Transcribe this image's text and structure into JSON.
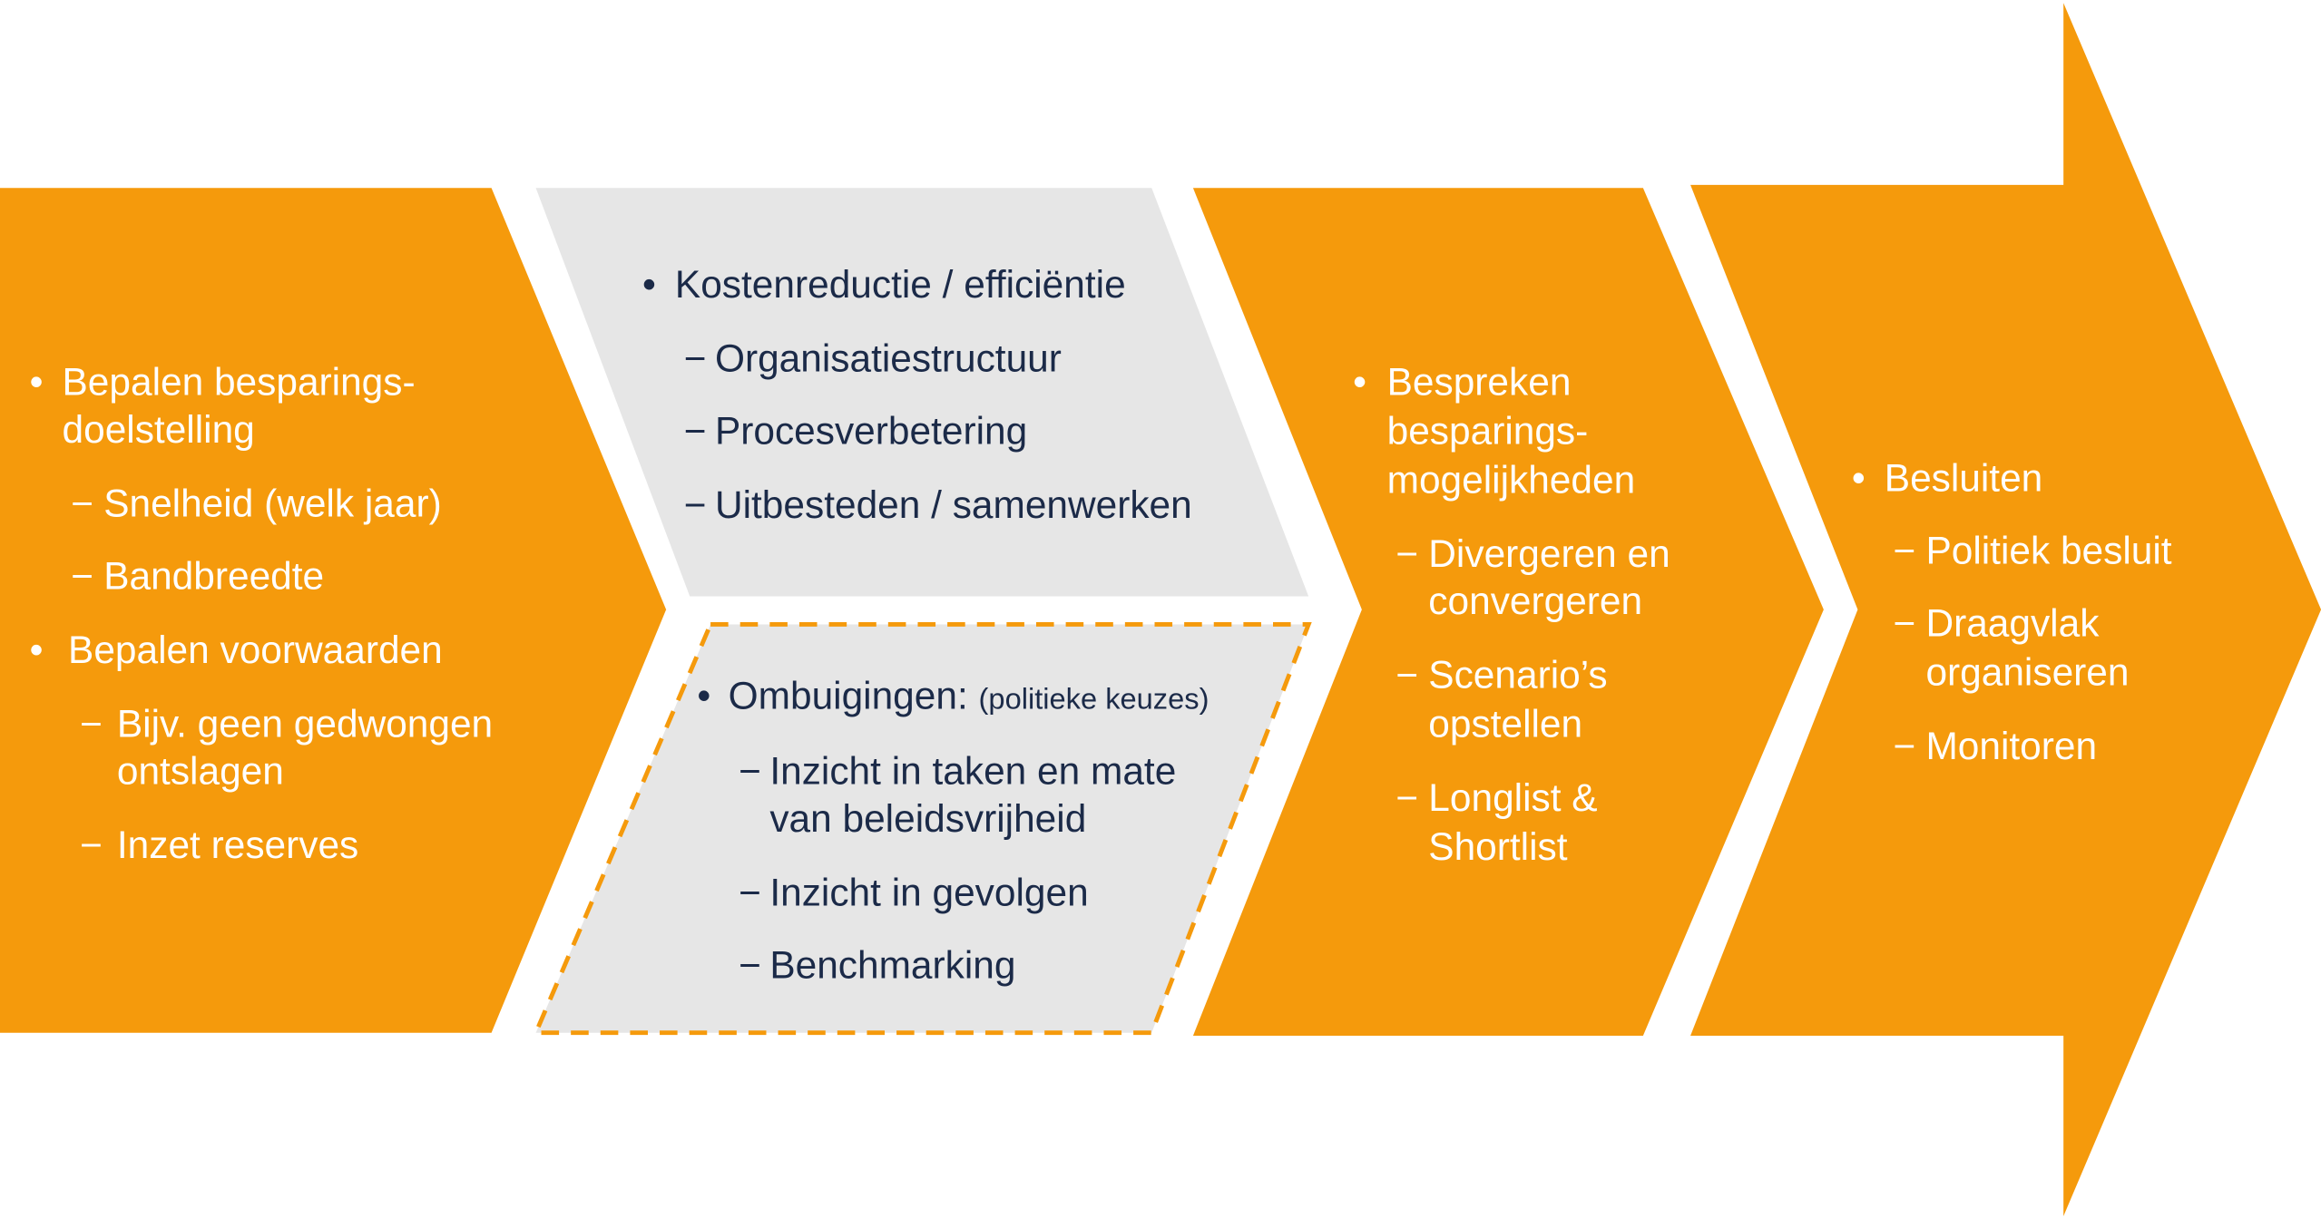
{
  "colors": {
    "orange": "#F59A0C",
    "grey": "#E6E6E6",
    "text_dark": "#1B2A48",
    "text_light": "#FFFFFF"
  },
  "step1": {
    "bullet": "•",
    "dash": "−",
    "l1": "Bepalen besparings-",
    "l2": "doelstelling",
    "l3": "Snelheid (welk jaar)",
    "l4": "Bandbreedte",
    "l5": "Bepalen voorwaarden",
    "l6": "Bijv. geen gedwongen",
    "l7": "ontslagen",
    "l8": "Inzet reserves"
  },
  "step2a": {
    "l1": "Kostenreductie / efficiëntie",
    "l2": "Organisatiestructuur",
    "l3": "Procesverbetering",
    "l4": "Uitbesteden / samenwerken"
  },
  "step2b": {
    "l1": "Ombuigingen:",
    "l1_note": "(politieke keuzes)",
    "l2": "Inzicht in taken en mate",
    "l3": "van beleidsvrijheid",
    "l4": "Inzicht in gevolgen",
    "l5": "Benchmarking"
  },
  "step3": {
    "l1": "Bespreken",
    "l2": "besparings-",
    "l3": "mogelijkheden",
    "l4": "Divergeren en",
    "l5": "convergeren",
    "l6": "Scenario’s",
    "l7": "opstellen",
    "l8": "Longlist &",
    "l9": "Shortlist"
  },
  "step4": {
    "l1": "Besluiten",
    "l2": "Politiek besluit",
    "l3": "Draagvlak",
    "l4": "organiseren",
    "l5": "Monitoren"
  }
}
